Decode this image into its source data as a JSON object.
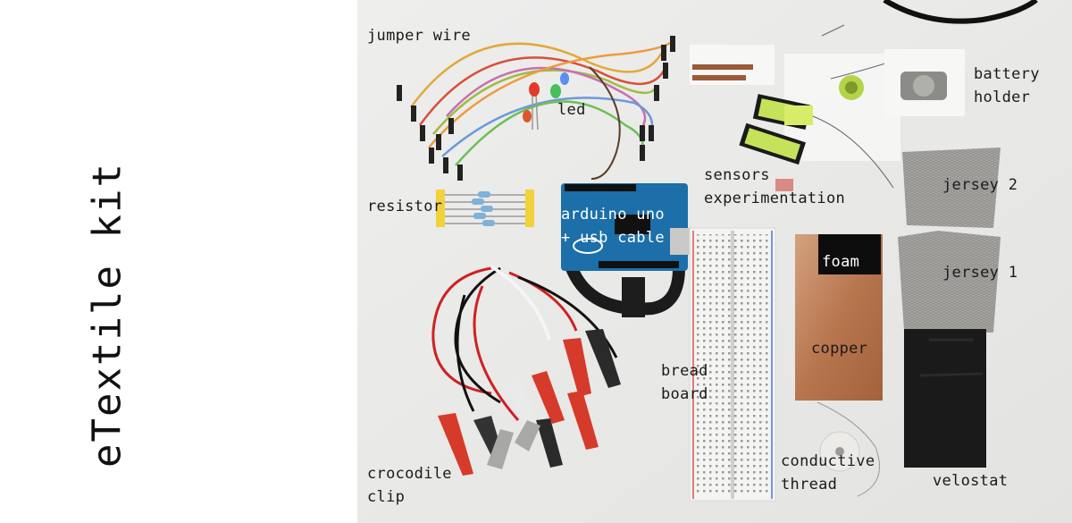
{
  "title": "eTextile kit",
  "labels": {
    "jumper_wire": "jumper wire",
    "led": "led",
    "resistor": "resistor",
    "arduino": "arduino uno\n+ usb cable",
    "sensors": "sensors\nexperimentation",
    "battery_holder": "battery\nholder",
    "jersey2": "jersey 2",
    "jersey1": "jersey 1",
    "foam": "foam",
    "copper": "copper",
    "breadboard": "bread\nboard",
    "crocodile_clip": "crocodile\nclip",
    "conductive_thread": "conductive\nthread",
    "velostat": "velostat"
  }
}
